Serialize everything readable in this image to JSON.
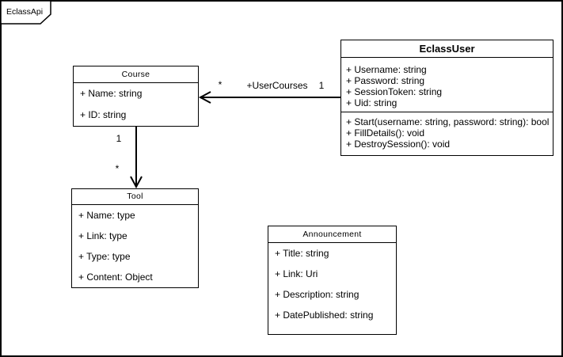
{
  "diagram": {
    "frame_label": "EclassApi"
  },
  "colors": {
    "stroke": "#000000",
    "background": "#ffffff",
    "text": "#000000"
  },
  "classes": [
    {
      "name": "Course",
      "attributes": [
        "+ Name: string",
        "+ ID: string"
      ],
      "methods": []
    },
    {
      "name": "EclassUser",
      "attributes": [
        "+ Username: string",
        "+ Password: string",
        "+ SessionToken: string",
        "+ Uid: string"
      ],
      "methods": [
        "+ Start(username: string, password: string): bool",
        "+ FillDetails(): void",
        "+ DestroySession(): void"
      ]
    },
    {
      "name": "Tool",
      "attributes": [
        "+ Name: type",
        "+ Link: type",
        "+ Type: type",
        "+ Content: Object"
      ],
      "methods": []
    },
    {
      "name": "Announcement",
      "attributes": [
        "+ Title: string",
        "+ Link: Uri",
        "+ Description: string",
        "+ DatePublished: string"
      ],
      "methods": []
    }
  ],
  "edges": [
    {
      "label": "+UserCourses",
      "source": "EclassUser",
      "target": "Course",
      "source_multiplicity": "1",
      "target_multiplicity": "*",
      "arrow": "open-arrowhead-at-target"
    },
    {
      "label": "",
      "source": "Course",
      "target": "Tool",
      "source_multiplicity": "1",
      "target_multiplicity": "*",
      "arrow": "open-arrowhead-at-target"
    }
  ]
}
